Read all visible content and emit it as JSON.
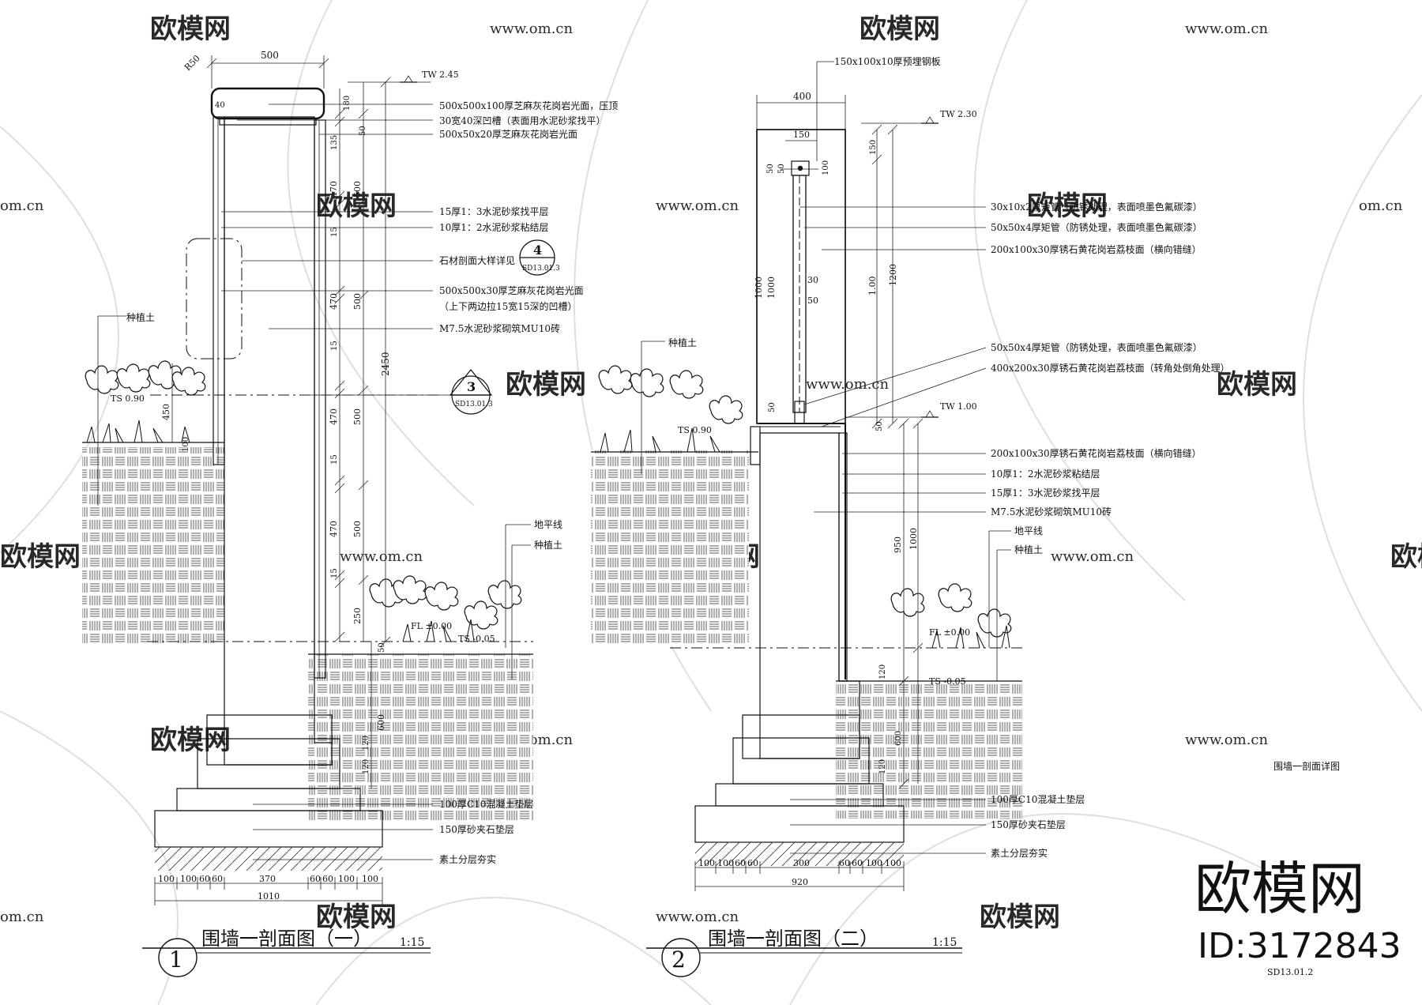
{
  "watermark": {
    "brand": "欧模网",
    "url": "www.om.cn",
    "url_short": "om.cn"
  },
  "brand_block": {
    "logo_text": "欧模网",
    "id_text": "ID:3172843"
  },
  "sheet": {
    "side_title": "围墙一剖面详图",
    "drawing_no": "SD13.01.2"
  },
  "section_1": {
    "number": "1",
    "title": "围墙一剖面图（一）",
    "scale": "1:15",
    "top_elevation": "TW 2.45",
    "radius": "R50",
    "dim_top_width": "500",
    "dim_40": "40",
    "dim_180": "180",
    "dim_50": "50",
    "dim_135_top": "135",
    "dim_470_1": "470",
    "dim_500_1": "500",
    "dim_15_1": "15",
    "dim_470_2": "470",
    "dim_500_2": "500",
    "dim_15_2": "15",
    "dim_470_3": "470",
    "dim_500_3": "500",
    "dim_15_3": "15",
    "dim_470_4": "470",
    "dim_500_4": "500",
    "dim_15_4": "15",
    "dim_250": "250",
    "dim_50_bottom": "50",
    "dim_total": "2450",
    "dim_600": "600",
    "dim_120_a": "120",
    "dim_120_b": "120",
    "dim_450": "450",
    "dim_100_left": "100",
    "labels": [
      "500x500x100厚芝麻灰花岗岩光面，压顶",
      "30宽40深凹槽（表面用水泥砂浆找平）",
      "500x50x20厚芝麻灰花岗岩光面",
      "15厚1：3水泥砂浆找平层",
      "10厚1：2水泥砂浆粘结层",
      "石材剖面大样详见",
      "500x500x30厚芝麻灰花岗岩光面",
      "（上下两边拉15宽15深的凹槽）",
      "M7.5水泥砂浆砌筑MU10砖"
    ],
    "callout_4": {
      "number": "4",
      "sheet": "SD13.01.3"
    },
    "callout_3": {
      "number": "3",
      "sheet": "SD13.01.3"
    },
    "plant_soil_left": "种植土",
    "grade_line": "地平线",
    "plant_soil_right": "种植土",
    "fl": "FL ±0.00",
    "ts_left": "TS 0.90",
    "ts_right": "TS -0.05",
    "base_labels": [
      "100厚C10混凝土垫层",
      "150厚砂夹石垫层",
      "素土分层夯实"
    ],
    "bottom_dims": [
      "100",
      "100",
      "60",
      "60",
      "370",
      "60",
      "60",
      "100",
      "100"
    ],
    "bottom_total": "1010"
  },
  "section_2": {
    "number": "2",
    "title": "围墙一剖面图（二）",
    "scale": "1:15",
    "plate_label": "150x100x10厚预埋钢板",
    "dim_400": "400",
    "dim_150": "150",
    "dim_50_a": "50",
    "dim_50_b": "50",
    "dim_100": "100",
    "dim_30": "30",
    "dim_50_c": "50",
    "dim_1000_a": "1000",
    "dim_1000_b": "1000",
    "dim_150_v": "150",
    "dim_1_00": "1.00",
    "dim_1200": "1200",
    "dim_50_d": "50",
    "dim_50_e": "50",
    "dim_950": "950",
    "dim_1000_c": "1000",
    "dim_120_a": "120",
    "dim_120_b": "120",
    "dim_600": "600",
    "top_elevation": "TW 2.30",
    "mid_elevation": "TW 1.00",
    "labels_upper": [
      "30x10x2厚矩管（防锈处理，表面喷墨色氟碳漆）",
      "50x50x4厚矩管（防锈处理，表面喷墨色氟碳漆）",
      "200x100x30厚锈石黄花岗岩荔枝面（横向错缝）"
    ],
    "labels_mid": [
      "50x50x4厚矩管（防锈处理，表面喷墨色氟碳漆）",
      "400x200x30厚锈石黄花岗岩荔枝面（转角处倒角处理）"
    ],
    "labels_lower": [
      "200x100x30厚锈石黄花岗岩荔枝面（横向错缝）",
      "10厚1：2水泥砂浆粘结层",
      "15厚1：3水泥砂浆找平层",
      "M7.5水泥砂浆砌筑MU10砖"
    ],
    "grade_line": "地平线",
    "plant_soil_right": "种植土",
    "plant_soil_left": "种植土",
    "fl": "FL ±0.00",
    "ts_left": "TS 0.90",
    "ts_right": "TS -0.05",
    "base_labels": [
      "100厚C10混凝土垫层",
      "150厚砂夹石垫层",
      "素土分层夯实"
    ],
    "bottom_dims": [
      "100",
      "100",
      "60",
      "60",
      "300",
      "60",
      "60",
      "100",
      "100"
    ],
    "bottom_total": "920"
  }
}
